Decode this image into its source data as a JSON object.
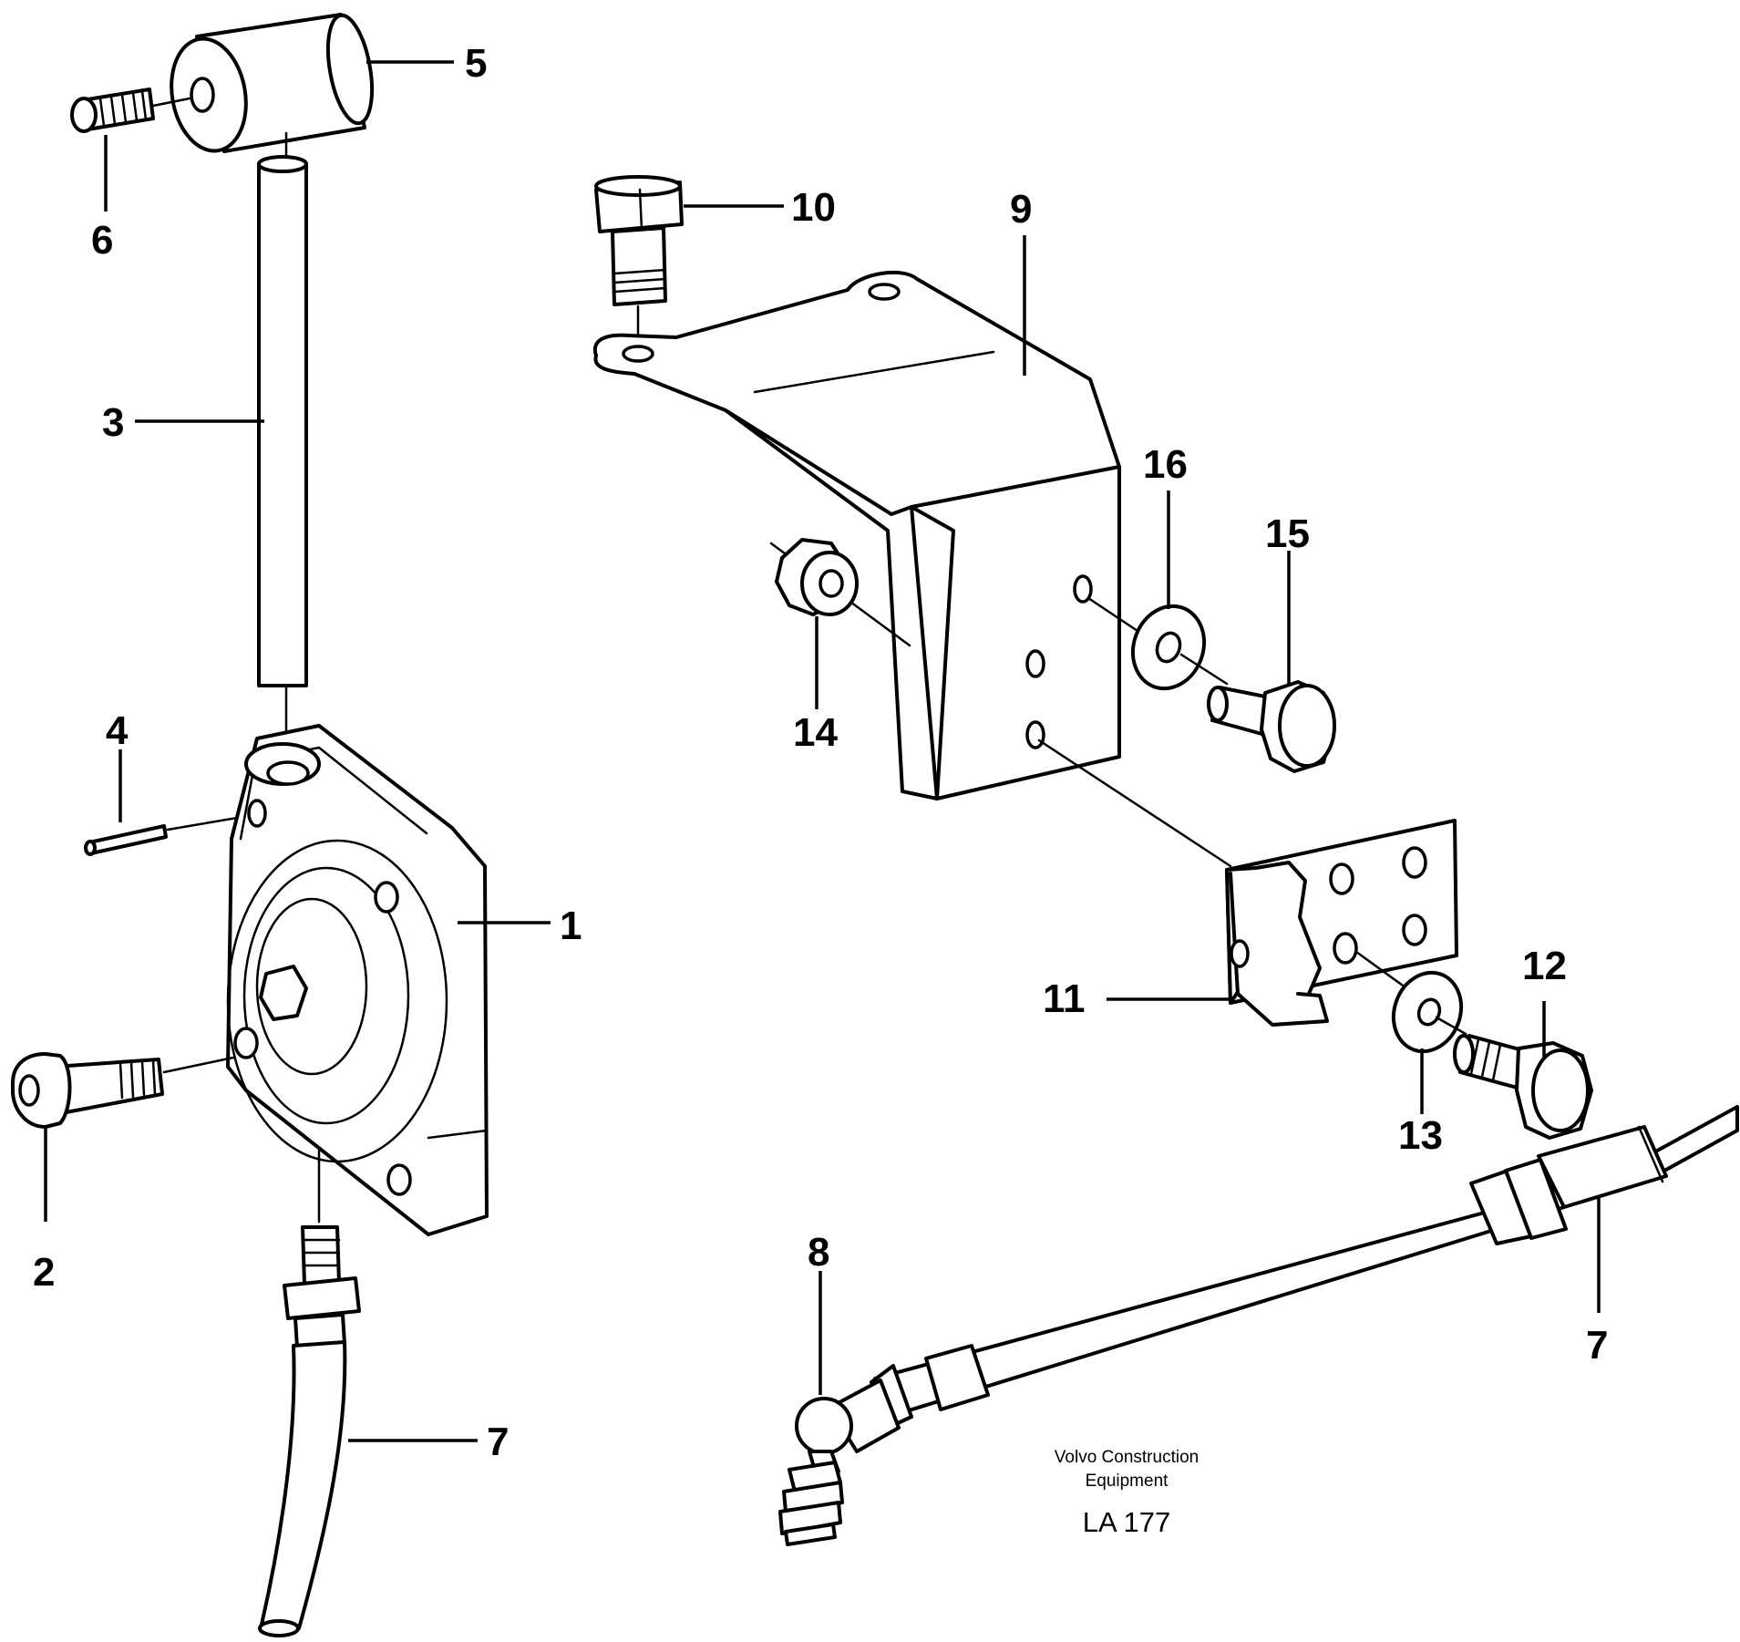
{
  "callouts": {
    "c1": "1",
    "c2": "2",
    "c3": "3",
    "c4": "4",
    "c5": "5",
    "c6": "6",
    "c7a": "7",
    "c7b": "7",
    "c8": "8",
    "c9": "9",
    "c10": "10",
    "c11": "11",
    "c12": "12",
    "c13": "13",
    "c14": "14",
    "c15": "15",
    "c16": "16"
  },
  "footer": {
    "company_line1": "Volvo Construction",
    "company_line2": "Equipment",
    "diagram_code": "LA 177"
  }
}
